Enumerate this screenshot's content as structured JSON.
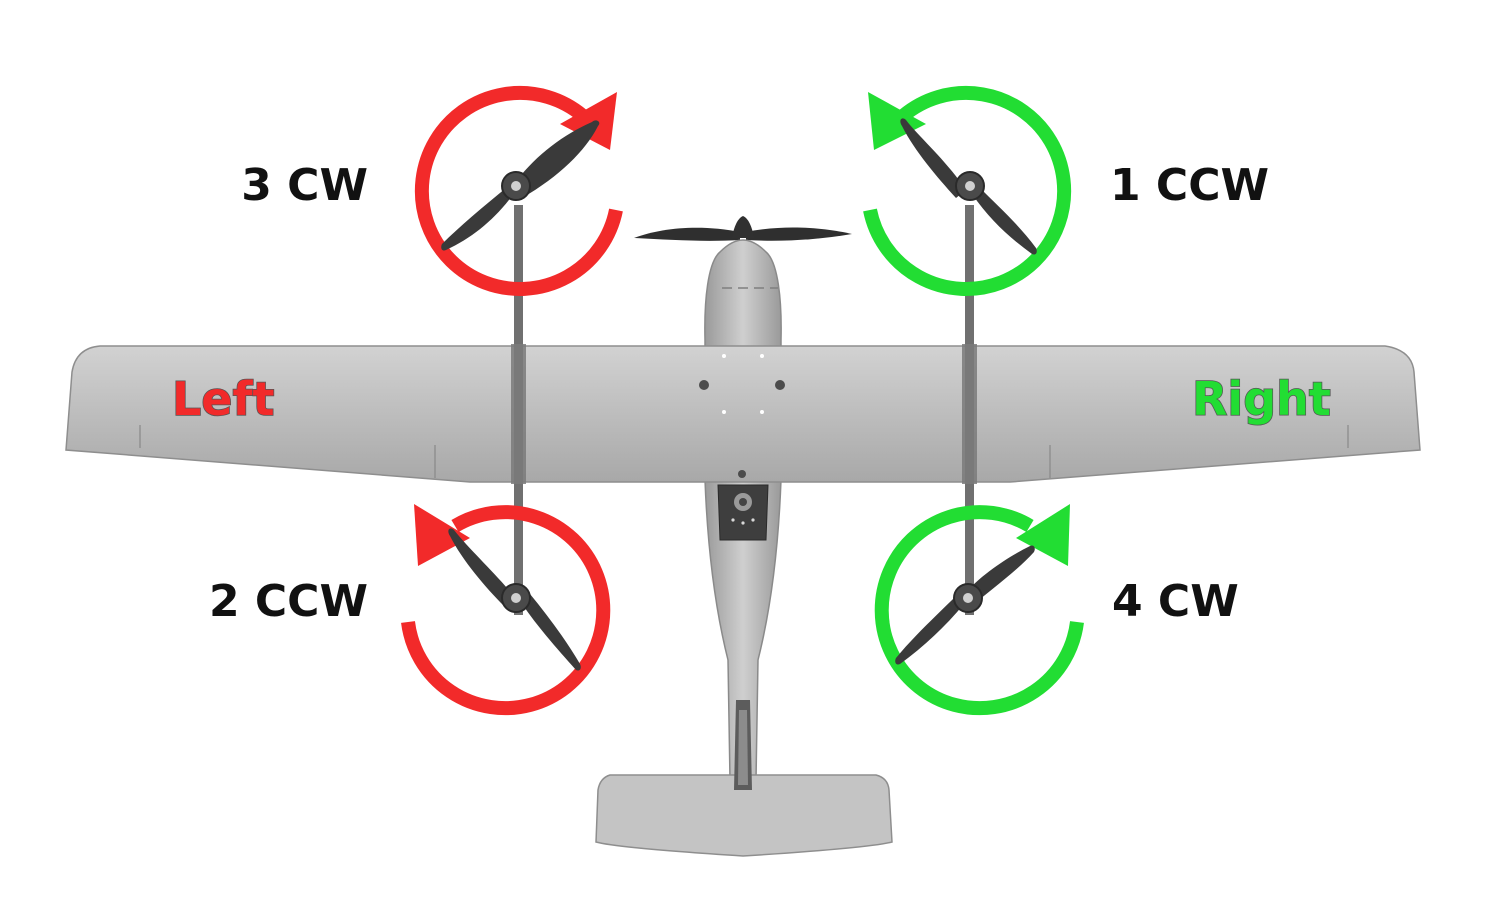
{
  "colors": {
    "left_side": "#f22a2a",
    "right_side": "#22dd33",
    "airframe": "#bdbdbd",
    "airframe_edge": "#8e8e8e",
    "boom": "#6f6f6f",
    "propeller": "#3c3c3c",
    "text": "#111111"
  },
  "wing_labels": {
    "left": "Left",
    "right": "Right"
  },
  "motors": [
    {
      "id": "m1",
      "number": "1",
      "direction": "CCW",
      "label": "1 CCW",
      "side": "right",
      "position": "front-right",
      "arrow_icon": "ccw-rotation-arrow-icon"
    },
    {
      "id": "m2",
      "number": "2",
      "direction": "CCW",
      "label": "2 CCW",
      "side": "left",
      "position": "rear-left",
      "arrow_icon": "ccw-rotation-arrow-icon"
    },
    {
      "id": "m3",
      "number": "3",
      "direction": "CW",
      "label": "3 CW",
      "side": "left",
      "position": "front-left",
      "arrow_icon": "cw-rotation-arrow-icon"
    },
    {
      "id": "m4",
      "number": "4",
      "direction": "CW",
      "label": "4 CW",
      "side": "right",
      "position": "rear-right",
      "arrow_icon": "cw-rotation-arrow-icon"
    }
  ]
}
